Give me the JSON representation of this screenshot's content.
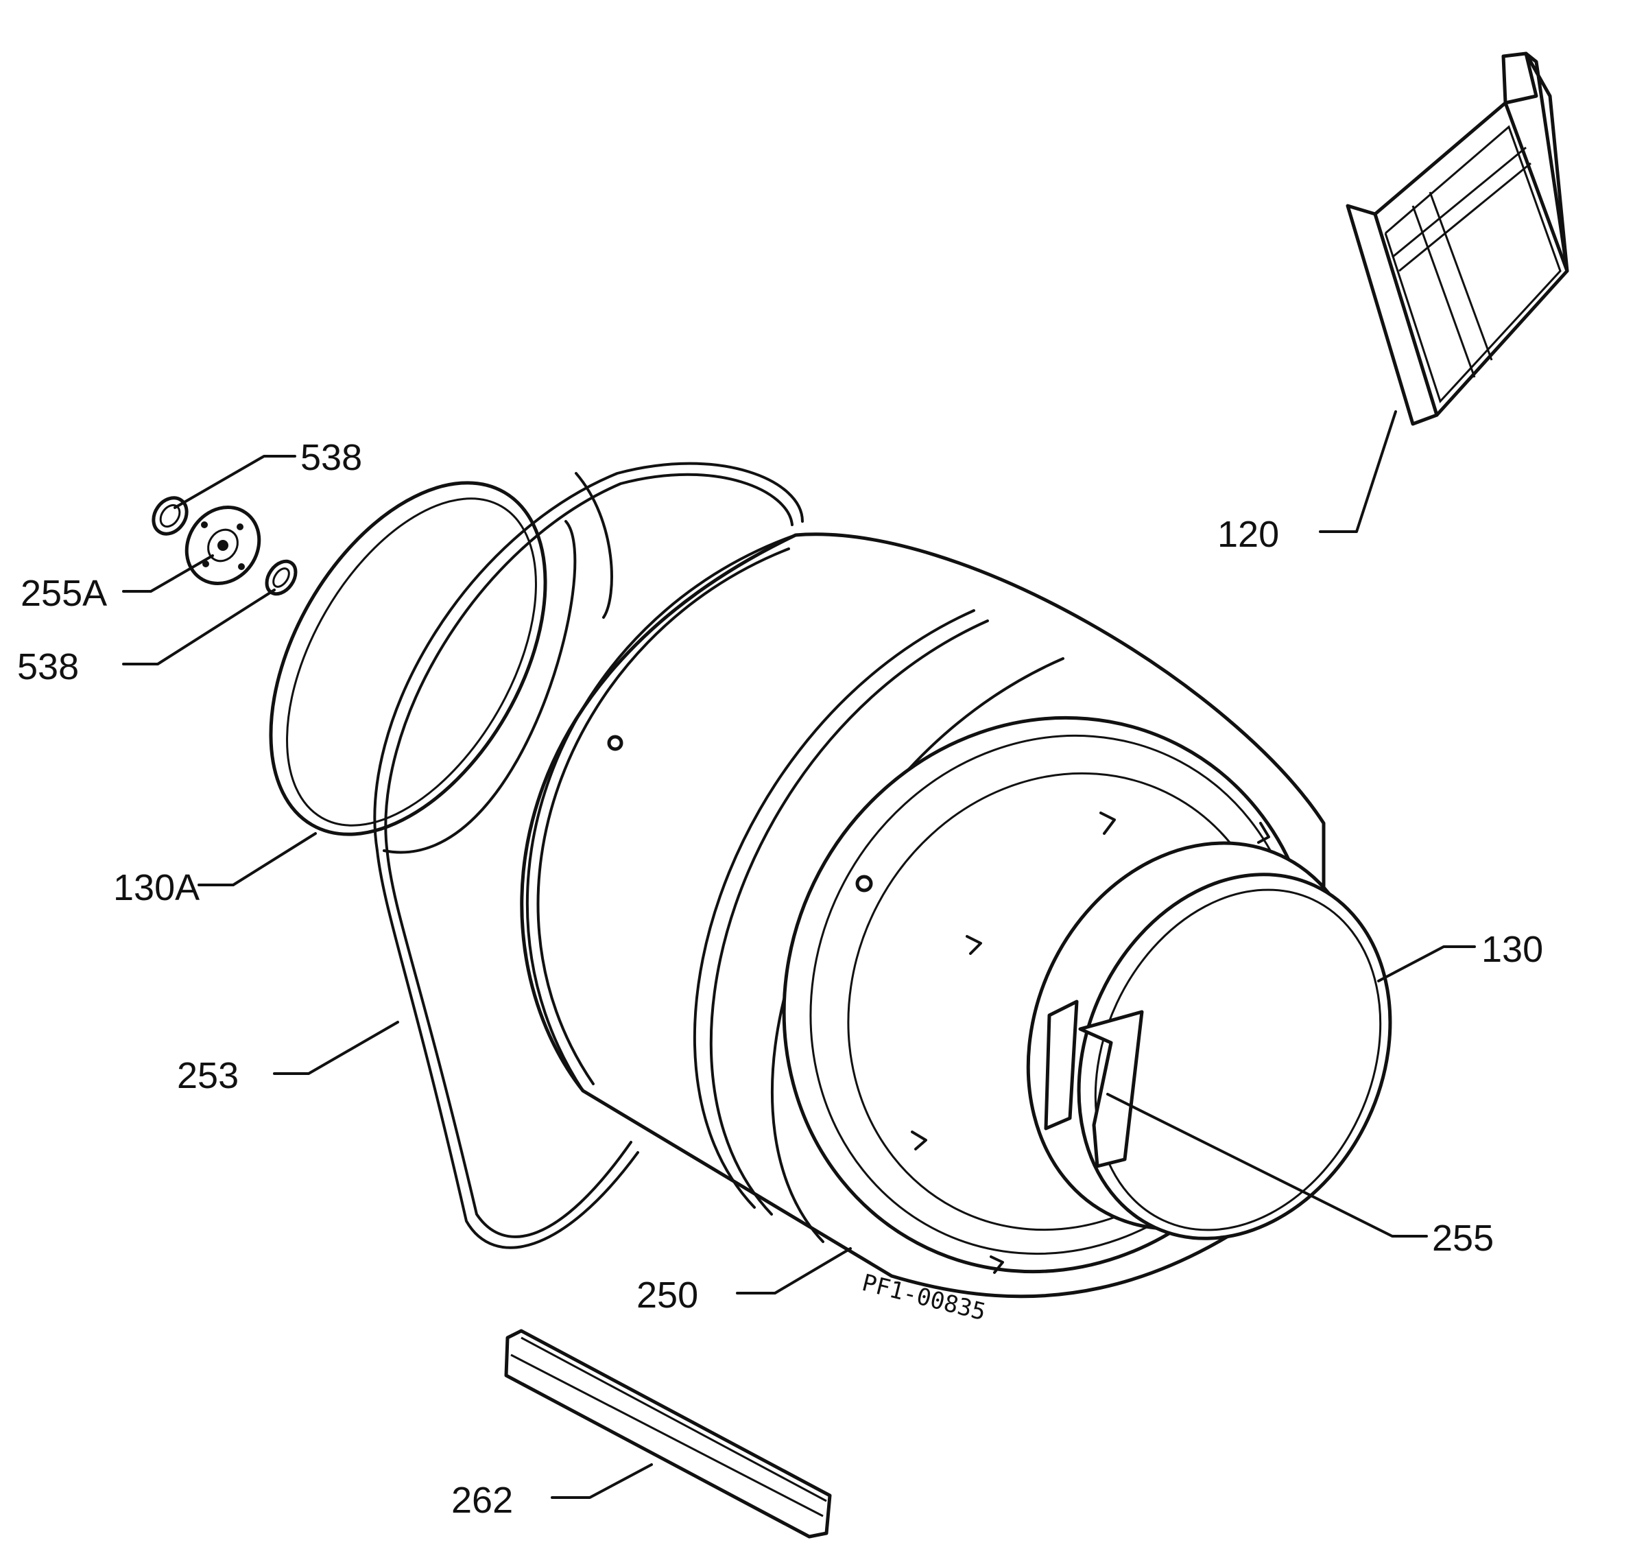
{
  "labels": {
    "p538_top": "538",
    "p255a": "255A",
    "p538_bottom": "538",
    "p130a": "130A",
    "p253": "253",
    "p250": "250",
    "p262": "262",
    "p120": "120",
    "p130": "130",
    "p255": "255"
  },
  "drawing_code": "PF1-00835"
}
